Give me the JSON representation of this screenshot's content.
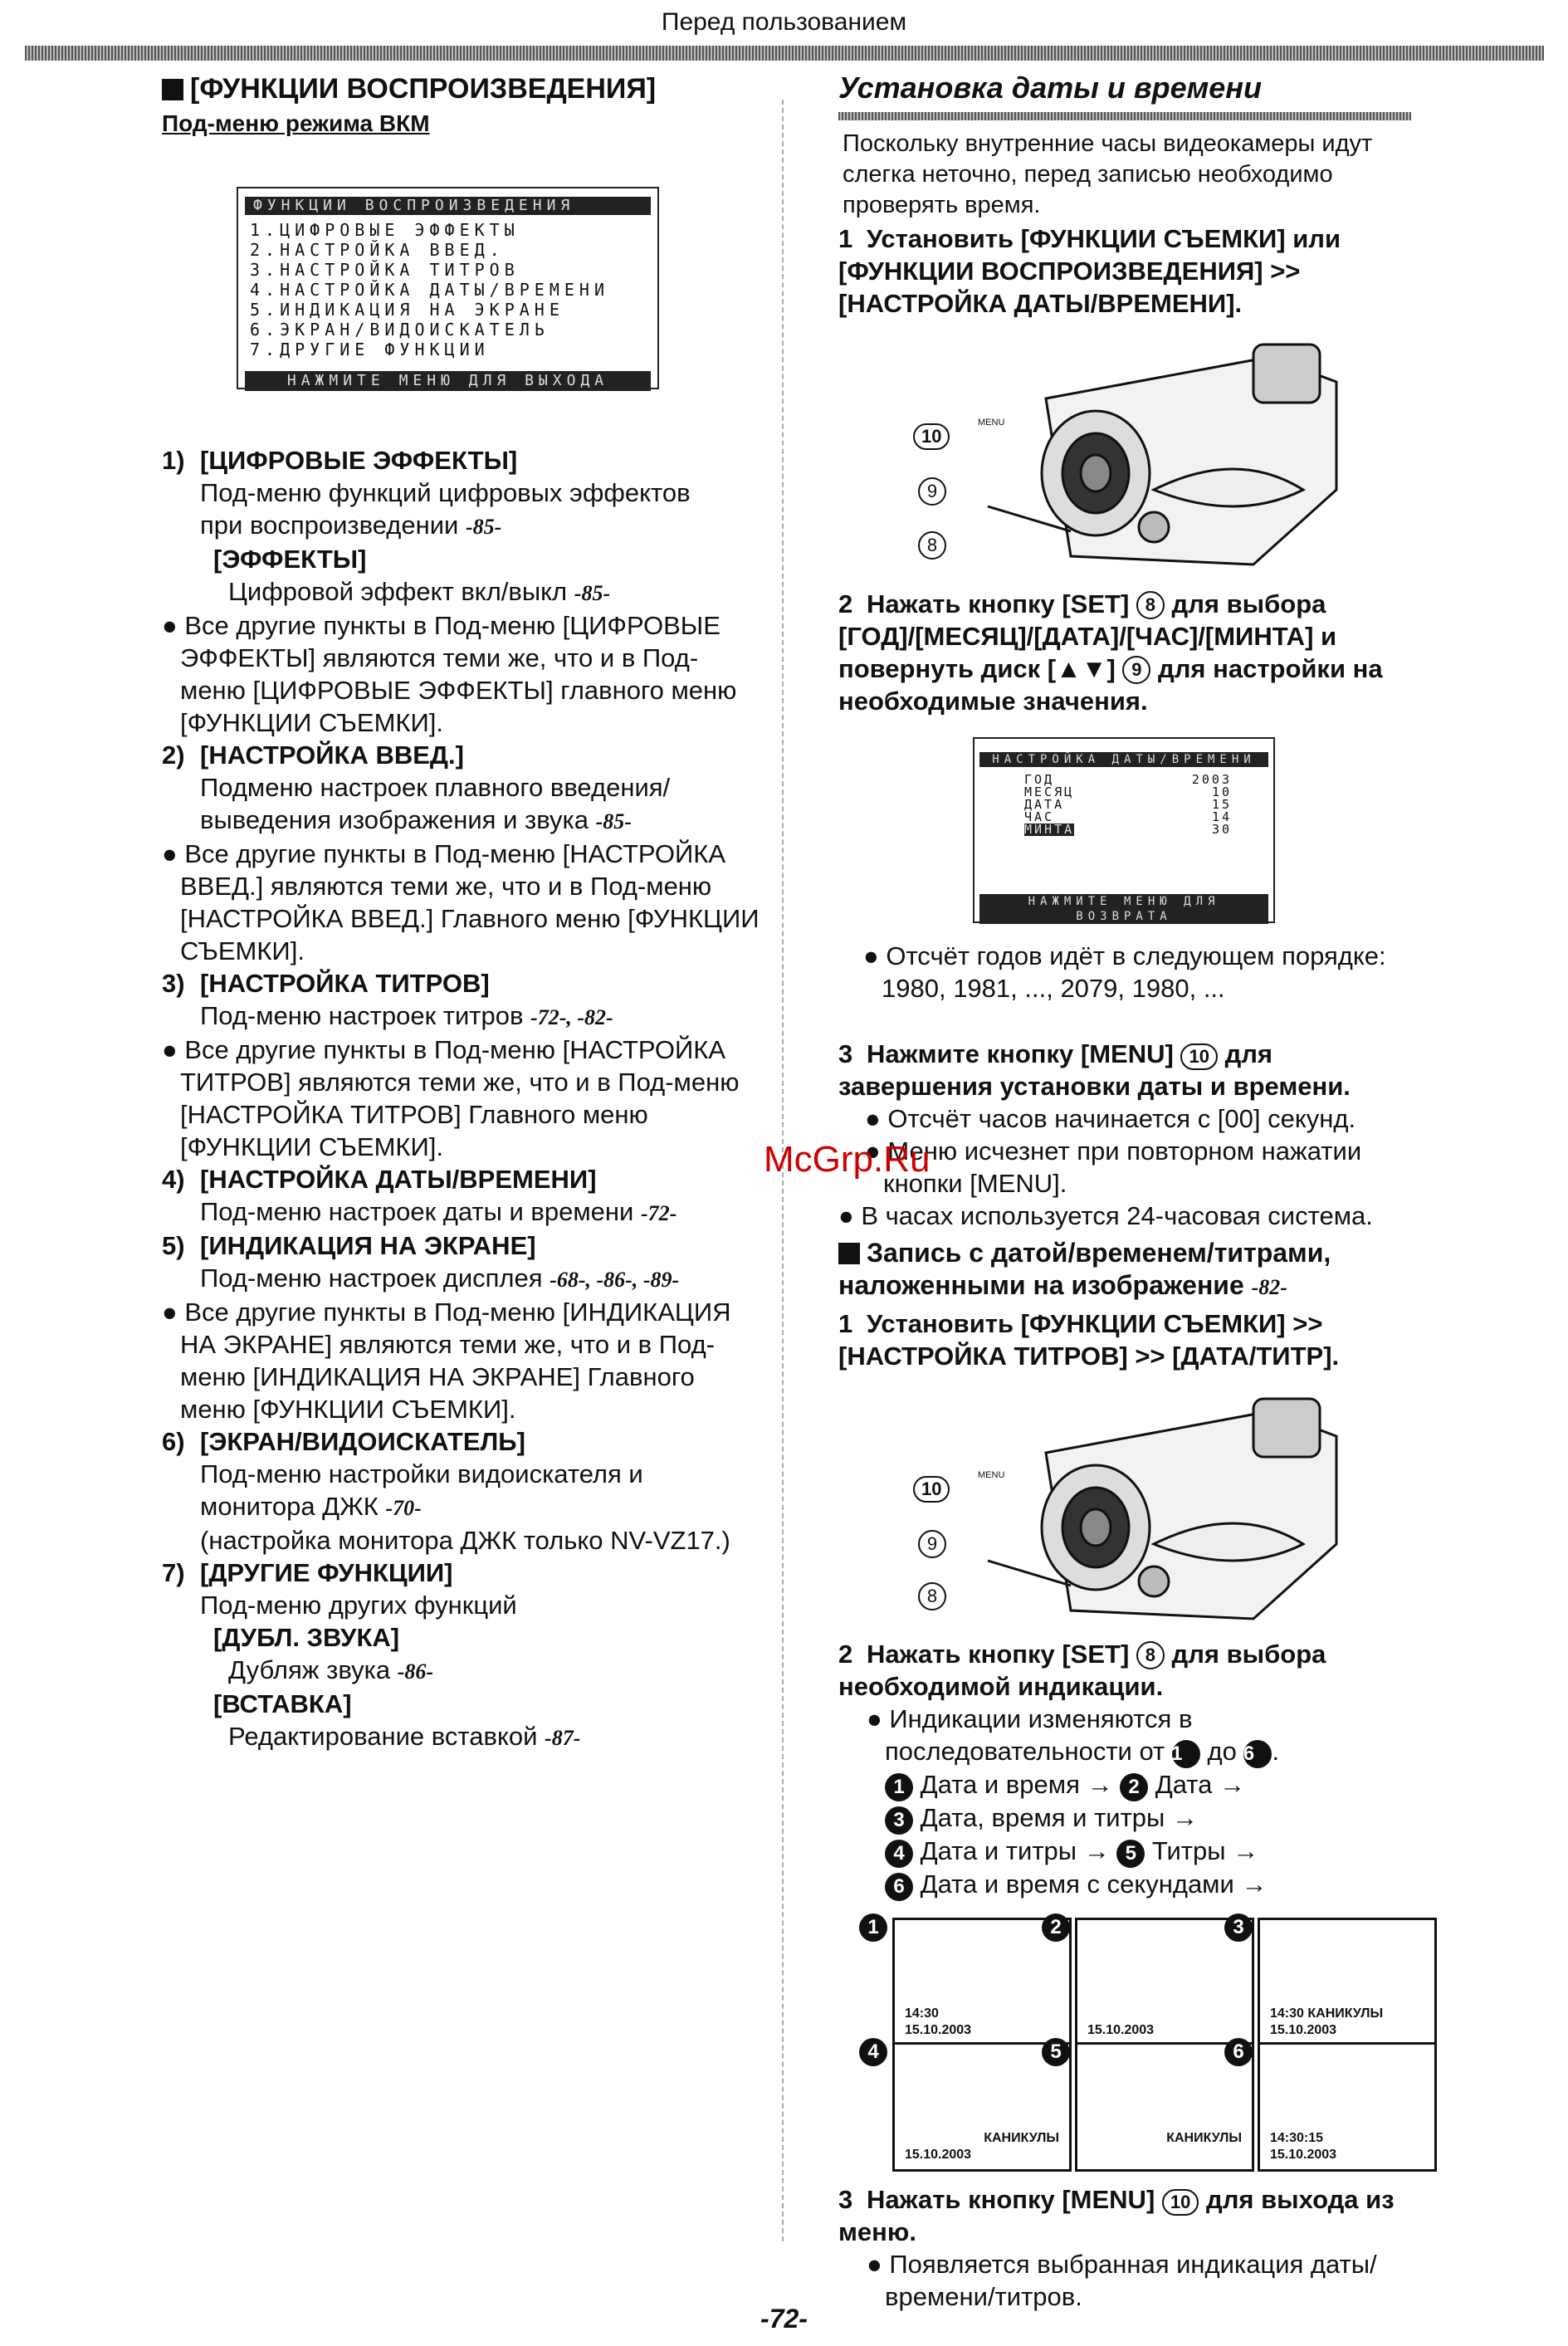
{
  "header": "Перед пользованием",
  "watermark": "McGrp.Ru",
  "page_number": "-72-",
  "left": {
    "heading": "[ФУНКЦИИ ВОСПРОИЗВЕДЕНИЯ]",
    "subheading": "Под-меню режима ВКМ",
    "menu_screen": {
      "title": "ФУНКЦИИ ВОСПРОИЗВЕДЕНИЯ",
      "items": [
        "1.ЦИФРОВЫЕ ЭФФЕКТЫ",
        "2.НАСТРОЙКА ВВЕД.",
        "3.НАСТРОЙКА ТИТРОВ",
        "4.НАСТРОЙКА ДАТЫ/ВРЕМЕНИ",
        "5.ИНДИКАЦИЯ НА ЭКРАНЕ",
        "6.ЭКРАН/ВИДОИСКАТЕЛЬ",
        "7.ДРУГИЕ ФУНКЦИИ"
      ],
      "footer": "НАЖМИТЕ МЕНЮ ДЛЯ ВЫХОДА"
    },
    "s1_title": "[ЦИФРОВЫЕ ЭФФЕКТЫ]",
    "s1_l1": "Под-меню функций цифровых эффектов",
    "s1_l2": "при воспроизведении",
    "s1_ref": "-85-",
    "s1_sub": "[ЭФФЕКТЫ]",
    "s1_sub_desc": "Цифровой эффект вкл/выкл",
    "s1_sub_ref": "-85-",
    "s1_b1": "Все другие пункты в Под-меню [ЦИФРОВЫЕ ЭФФЕКТЫ] являются теми же, что и в Под-меню [ЦИФРОВЫЕ ЭФФЕКТЫ] главного меню [ФУНКЦИИ СЪЕМКИ].",
    "s2_title": "[НАСТРОЙКА ВВЕД.]",
    "s2_desc": "Подменю настроек плавного введения/выведения изображения и звука",
    "s2_ref": "-85-",
    "s2_b1": "Все другие пункты в Под-меню [НАСТРОЙКА ВВЕД.] являются теми же, что и в Под-меню [НАСТРОЙКА ВВЕД.] Главного меню [ФУНКЦИИ СЪЕМКИ].",
    "s3_title": "[НАСТРОЙКА ТИТРОВ]",
    "s3_desc": "Под-меню настроек титров",
    "s3_ref": "-72-, -82-",
    "s3_b1": "Все другие пункты в Под-меню [НАСТРОЙКА ТИТРОВ] являются теми же, что и в Под-меню [НАСТРОЙКА ТИТРОВ] Главного меню [ФУНКЦИИ СЪЕМКИ].",
    "s4_title": "[НАСТРОЙКА ДАТЫ/ВРЕМЕНИ]",
    "s4_desc": "Под-меню настроек даты и времени",
    "s4_ref": "-72-",
    "s5_title": "[ИНДИКАЦИЯ НА ЭКРАНЕ]",
    "s5_desc": "Под-меню настроек дисплея",
    "s5_ref": "-68-, -86-, -89-",
    "s5_b1": "Все другие пункты в Под-меню [ИНДИКАЦИЯ НА ЭКРАНЕ] являются теми же, что и в Под-меню [ИНДИКАЦИЯ НА ЭКРАНЕ] Главного меню [ФУНКЦИИ СЪЕМКИ].",
    "s6_title": "[ЭКРАН/ВИДОИСКАТЕЛЬ]",
    "s6_desc": "Под-меню настройки видоискателя и монитора ДЖК",
    "s6_ref": "-70-",
    "s6_note": "(настройка монитора ДЖК только NV-VZ17.)",
    "s7_title": "[ДРУГИЕ ФУНКЦИИ]",
    "s7_desc": "Под-меню других функций",
    "s7_sub1": "[ДУБЛ. ЗВУКА]",
    "s7_sub1_desc": "Дубляж звука",
    "s7_sub1_ref": "-86-",
    "s7_sub2": "[ВСТАВКА]",
    "s7_sub2_desc": "Редактирование вставкой",
    "s7_sub2_ref": "-87-"
  },
  "right": {
    "title": "Установка даты и времени",
    "intro": "Поскольку внутренние часы видеокамеры идут слегка неточно, перед записью необходимо проверять время.",
    "st1": "Установить [ФУНКЦИИ СЪЕМКИ] или [ФУНКЦИИ ВОСПРОИЗВЕДЕНИЯ] >> [НАСТРОЙКА ДАТЫ/ВРЕМЕНИ].",
    "st2a": "Нажать кнопку [SET]",
    "st2b": "для выбора [ГОД]/[МЕСЯЦ]/[ДАТА]/[ЧАС]/[МИНТА] и повернуть диск [▲▼]",
    "st2c": "для настройки на необходимые значения.",
    "date_screen": {
      "title": "НАСТРОЙКА ДАТЫ/ВРЕМЕНИ",
      "labels": [
        "ГОД",
        "МЕСЯЦ",
        "ДАТА",
        "ЧАС",
        "МИНТА"
      ],
      "values": [
        "2003",
        "10",
        "15",
        "14",
        "30"
      ],
      "footer": "НАЖМИТЕ МЕНЮ ДЛЯ ВОЗВРАТА"
    },
    "st2_b1": "Отсчёт годов идёт в следующем порядке:",
    "st2_b1_seq": "1980, 1981, ..., 2079, 1980, ...",
    "st3a": "Нажмите кнопку [MENU]",
    "st3b": "для завершения установки даты и времени.",
    "st3_b1": "Отсчёт часов начинается с [00] секунд.",
    "st3_b2": "Меню исчезнет при повторном нажатии кнопки [MENU].",
    "note_24": "В часах используется 24-часовая система.",
    "h2": "Запись с датой/временем/титрами, наложенными на изображение",
    "h2_ref": "-82-",
    "r1": "Установить [ФУНКЦИИ СЪЕМКИ] >> [НАСТРОЙКА ТИТРОВ] >> [ДАТА/ТИТР].",
    "r2a": "Нажать кнопку [SET]",
    "r2b": "для выбора необходимой индикации.",
    "r2_b1a": "Индикации изменяются в последовательности от",
    "r2_b1b": "до",
    "seq1": "Дата и время →",
    "seq2": "Дата →",
    "seq3": "Дата, время и титры →",
    "seq4": "Дата и титры →",
    "seq5": "Титры →",
    "seq6": "Дата и время с секундами →",
    "r3a": "Нажать кнопку [MENU]",
    "r3b": "для выхода из меню.",
    "r3_b1": "Появляется выбранная индикация даты/времени/титров.",
    "btn10": "10",
    "btn9": "9",
    "btn8": "8",
    "menu_lbl": "MENU",
    "n1": "1",
    "n2": "2",
    "n3": "3",
    "n4": "4",
    "n5": "5",
    "n6": "6",
    "mini": {
      "m1_l1": "14:30",
      "m1_l2": "15.10.2003",
      "m2_l2": "15.10.2003",
      "m3_l1": "14:30 КАНИКУЛЫ",
      "m3_l2": "15.10.2003",
      "m4_l1": "КАНИКУЛЫ",
      "m4_l2": "15.10.2003",
      "m5_l1": "КАНИКУЛЫ",
      "m6_l1": "14:30:15",
      "m6_l2": "15.10.2003"
    }
  }
}
